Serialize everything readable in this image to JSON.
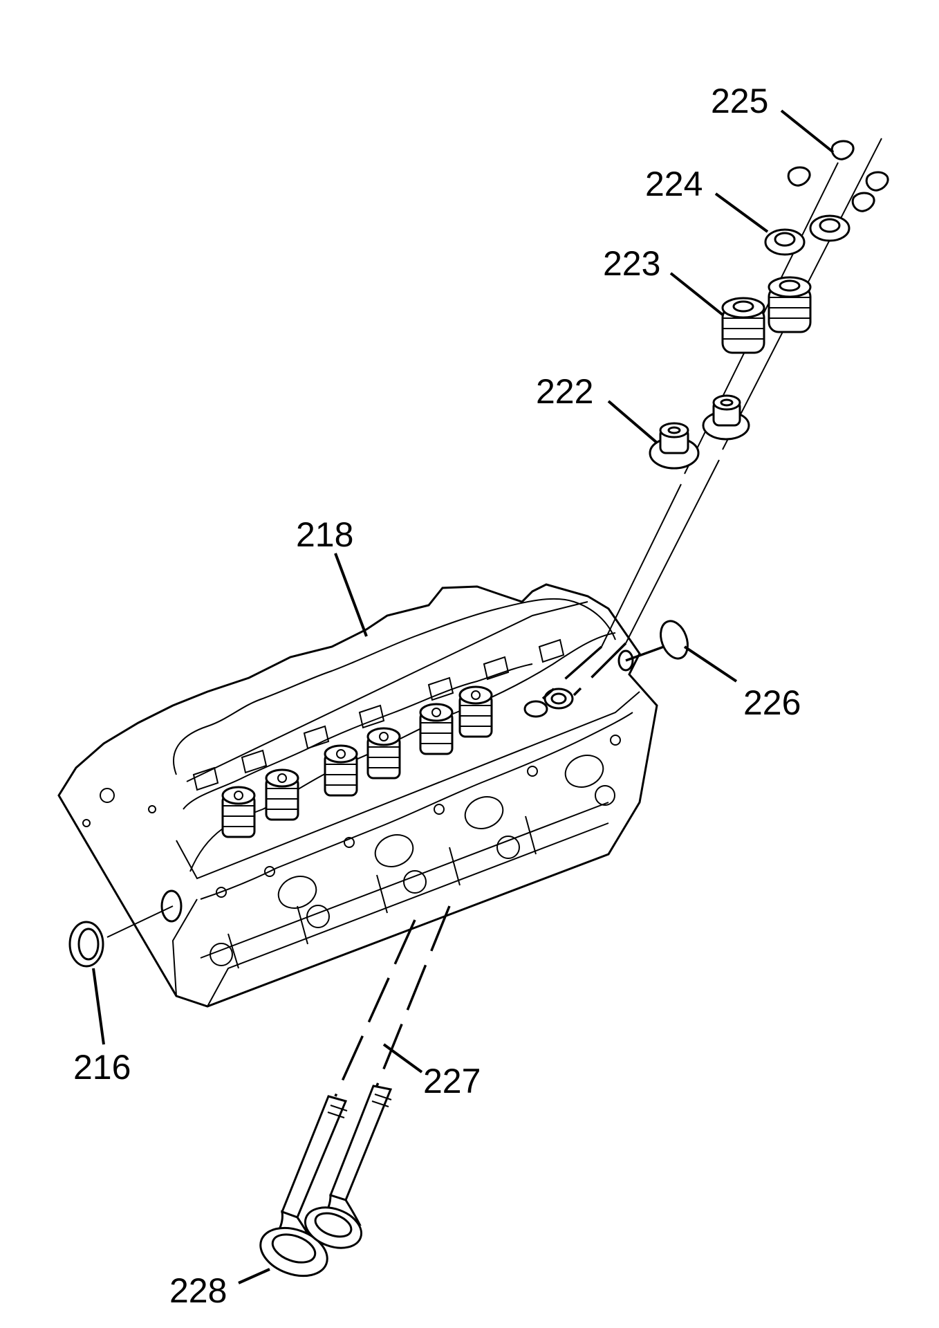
{
  "colors": {
    "line": "#000000",
    "background": "#ffffff"
  },
  "callouts": {
    "c225": "225",
    "c224": "224",
    "c223": "223",
    "c222": "222",
    "c218": "218",
    "c226": "226",
    "c216": "216",
    "c227": "227",
    "c228": "228"
  }
}
